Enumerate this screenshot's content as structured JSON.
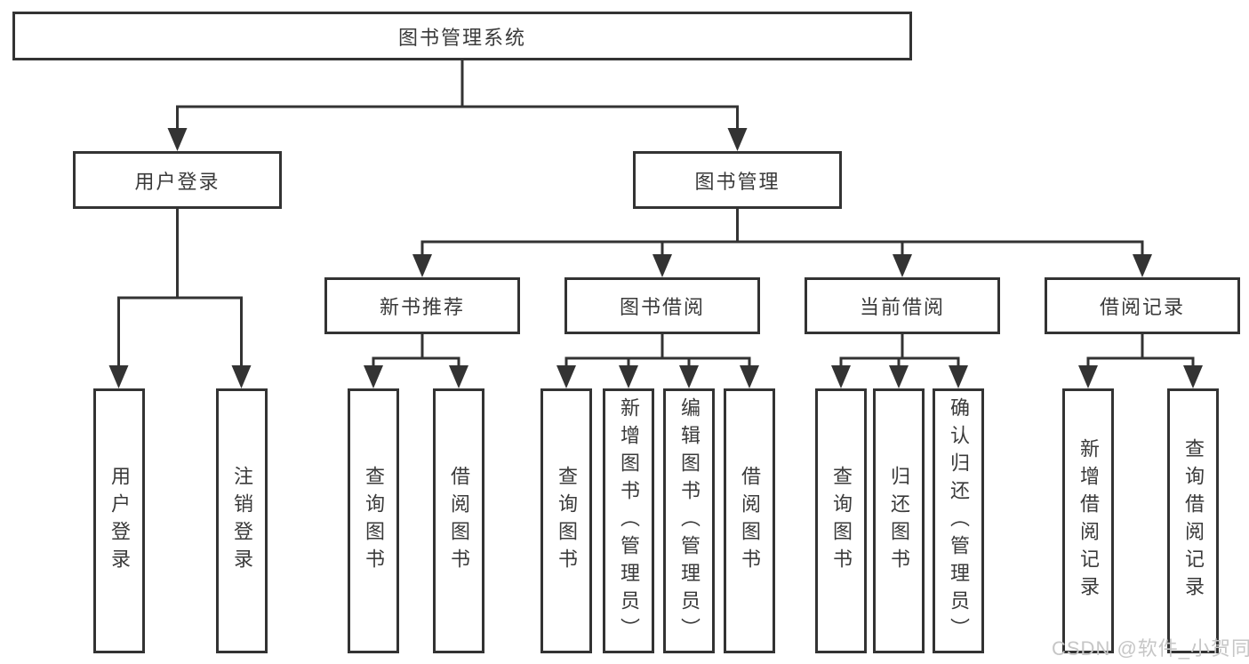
{
  "nodes": {
    "root": "图书管理系统",
    "user_login": "用户登录",
    "book_management": "图书管理",
    "new_books": "新书推荐",
    "book_borrowing": "图书借阅",
    "current_borrowing": "当前借阅",
    "borrow_records": "借阅记录"
  },
  "leaves": {
    "user_login": [
      "用户登录",
      "注销登录"
    ],
    "new_books": [
      "查询图书",
      "借阅图书"
    ],
    "book_borrowing": [
      "查询图书",
      "新增图书（管理员）",
      "编辑图书（管理员）",
      "借阅图书"
    ],
    "current_borrowing": [
      "查询图书",
      "归还图书",
      "确认归还（管理员）"
    ],
    "borrow_records": [
      "新增借阅记录",
      "查询借阅记录"
    ]
  },
  "watermark": {
    "text": "CSDN @软件_小贺同学",
    "color": "#c6c6c6"
  },
  "colors": {
    "line": "#333333",
    "text": "#3a3a3a",
    "background": "#ffffff"
  }
}
